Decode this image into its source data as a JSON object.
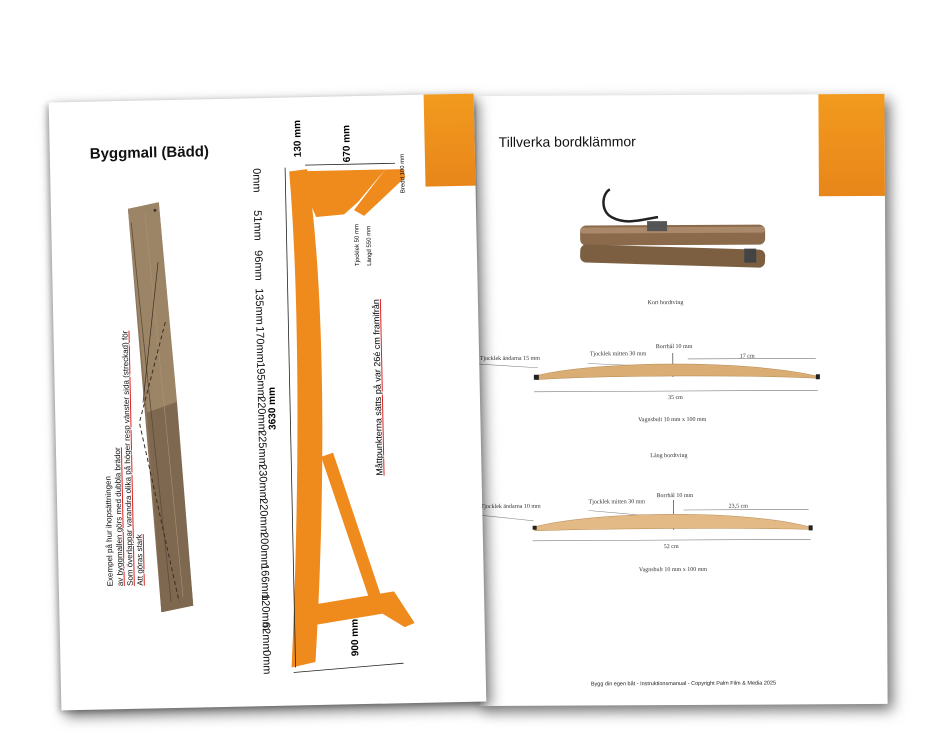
{
  "left_page": {
    "title": "Byggmall (Bädd)",
    "note_lines": [
      "Exempel på hur ihopsättningen",
      "av byggmallen görs med dubbla brädor",
      "Som överlappar varandra olika på höger resp vänster sida (streckad) för",
      "Att göras stark"
    ],
    "dimensions": {
      "top_width": "130 mm",
      "upper_span": "670 mm",
      "height": "3630 mm",
      "bottom_width": "900 mm",
      "brace_width": "Bredd 100 mm",
      "brace_thickness": "Tjocklek 50 mm",
      "brace_length": "Längd 550 mm"
    },
    "side_note": "Måttpunkterna sätts på var 26é cm framifrån",
    "mm_labels": [
      "0mm",
      "51mm",
      "96mm",
      "135mm",
      "170mm",
      "195mm",
      "220mm",
      "225mm",
      "230mm",
      "220mm",
      "200mm",
      "166mm",
      "120mm",
      "62mm",
      "0mm"
    ]
  },
  "right_page": {
    "title": "Tillverka bordklämmor",
    "short_clamp": {
      "heading": "Kort bordtving",
      "thickness_ends": "Tjocklek ändarna 15 mm",
      "thickness_mid": "Tjocklek mitten 30 mm",
      "hole": "Borrhål 10 mm",
      "half_length": "17 cm",
      "total_length": "35 cm",
      "bolt": "Vagnsbult 10 mm x 100 mm"
    },
    "long_clamp": {
      "heading": "Lång bordtving",
      "thickness_ends": "Tjocklek ändarna 10 mm",
      "thickness_mid": "Tjocklek mitten 30 mm",
      "hole": "Borrhål 10 mm",
      "half_length": "23,5 cm",
      "total_length": "52 cm",
      "bolt": "Vagnsbult 10 mm x 100 mm"
    },
    "footer": "Bygg din egen båt - Instruktionsmanual - Copyright Palm Film & Media 2025"
  },
  "colors": {
    "orange": "#ef8a1d",
    "wood": "#d9ad74",
    "ink": "#111111",
    "underline_red": "#d22222"
  }
}
